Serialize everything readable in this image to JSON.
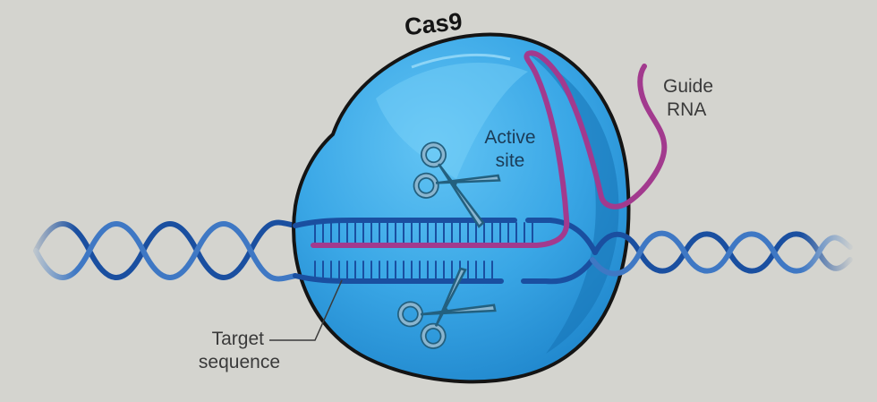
{
  "diagram": {
    "title": "Cas9",
    "labels": {
      "guide_rna": [
        "Guide",
        "RNA"
      ],
      "active_site": [
        "Active",
        "site"
      ],
      "target_sequence": [
        "Target",
        "sequence"
      ]
    },
    "colors": {
      "background": "#d4d4cf",
      "protein": "#3aa7e6",
      "protein_dark": "#1673b4",
      "dna": "#1a4fa0",
      "guide_rna": "#a23a8e",
      "scissors": "#6f9fbf"
    },
    "icons": [
      "scissors-icon",
      "scissors-icon"
    ]
  }
}
